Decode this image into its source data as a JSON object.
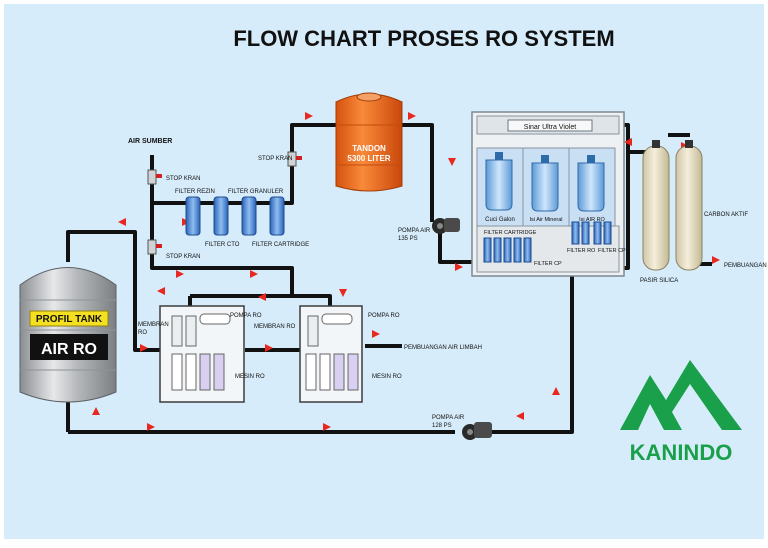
{
  "title": "FLOW CHART PROSES RO SYSTEM",
  "labels": {
    "air_sumber": "AIR SUMBER",
    "stop_kran_1": "STOP KRAN",
    "stop_kran_2": "STOP KRAN",
    "stop_kran_3": "STOP KRAN",
    "filter_rezin": "FILTER REZIN",
    "filter_granular": "FILTER GRANULER",
    "filter_cto": "FILTER CTO",
    "filter_cartridge_lower": "FILTER CARTRIDGE",
    "tandon": "TANDON",
    "tandon_capacity": "5300 LITER",
    "pompa_air_top": "POMPA AIR",
    "pompa_air_top_ps": "135 PS",
    "sinar_uv": "Sinar Ultra Violet",
    "cuci_galon": "Cuci Galon",
    "isi_air_mineral": "Isi Air Mineral",
    "isi_air_ro": "Isi AIR RO",
    "filter_cartridge_cabinet": "FILTER CARTRIDGE",
    "filter_ro": "FILTER RO",
    "filter_cp_right": "FILTER CP",
    "filter_cp_bottom": "FILTER CP",
    "pasir_silica": "PASIR SILICA",
    "carbon_aktif": "CARBON AKTIF",
    "pembuangan_right": "PEMBUANGAN",
    "pompa_ro_1": "POMPA RO",
    "pompa_ro_2": "POMPA RO",
    "membran_ro_1a": "MEMBRAN",
    "membran_ro_1b": "RO",
    "membran_ro_2": "MEMBRAN RO",
    "pembuangan_air_limbah": "PEMBUANGAN AIR LIMBAH",
    "mesin_ro_1": "MESIN RO",
    "mesin_ro_2": "MESIN RO",
    "pompa_air_bottom": "POMPA AIR",
    "pompa_air_bottom_ps": "128 PS",
    "tank_brand": "PROFIL TANK",
    "tank_label": "AIR RO",
    "logo_text": "KANINDO"
  },
  "colors": {
    "background": "#d6ecfa",
    "pipe": "#111111",
    "arrow": "#e8281e",
    "tandon": "#ef6a1e",
    "filter_blue": "#3d7fd6",
    "logo_green": "#1aa04a",
    "tank_steel": "#b9bcbf"
  }
}
